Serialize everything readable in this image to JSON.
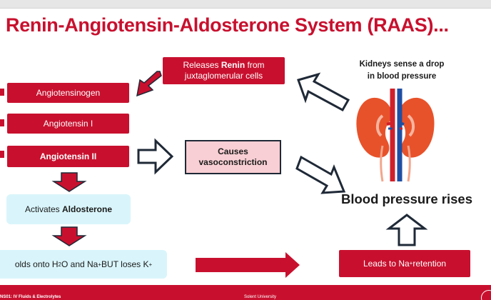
{
  "title": "Renin-Angiotensin-Aldosterone System (RAAS)...",
  "kidney_caption": {
    "line1": "Kidneys sense a drop",
    "line2": "in blood pressure"
  },
  "releases_renin": {
    "prefix": "Releases ",
    "bold": "Renin",
    "suffix": " from",
    "line2": "juxtaglomerular cells"
  },
  "steps": {
    "angiotensinogen": "Angiotensinogen",
    "angiotensin_1": "Angiotensin I",
    "angiotensin_2": "Angiotensin II"
  },
  "vasoconstriction": {
    "line1": "Causes",
    "line2": "vasoconstriction"
  },
  "bp_rises": "Blood pressure rises",
  "aldosterone": {
    "prefix": "Activates ",
    "bold": "Aldosterone"
  },
  "holds": {
    "p1": "olds onto H",
    "sub1": "2",
    "p2": "O and Na",
    "sup1": "+",
    "p3": " BUT loses K",
    "sup2": "+"
  },
  "sodium_retention": {
    "prefix": "Leads to Na",
    "sup": "+",
    "suffix": " retention"
  },
  "footer": {
    "left": "NS01: IV Fluids & Electrolytes",
    "center": "Solent University"
  },
  "colors": {
    "brand_red": "#c8102e",
    "light_blue": "#d9f5fb",
    "pink": "#f8cfd4",
    "outline": "#1f2937",
    "kidney": "#e8522a"
  },
  "icons": [
    "kidney-illustration",
    "hollow-arrow",
    "red-arrow"
  ]
}
